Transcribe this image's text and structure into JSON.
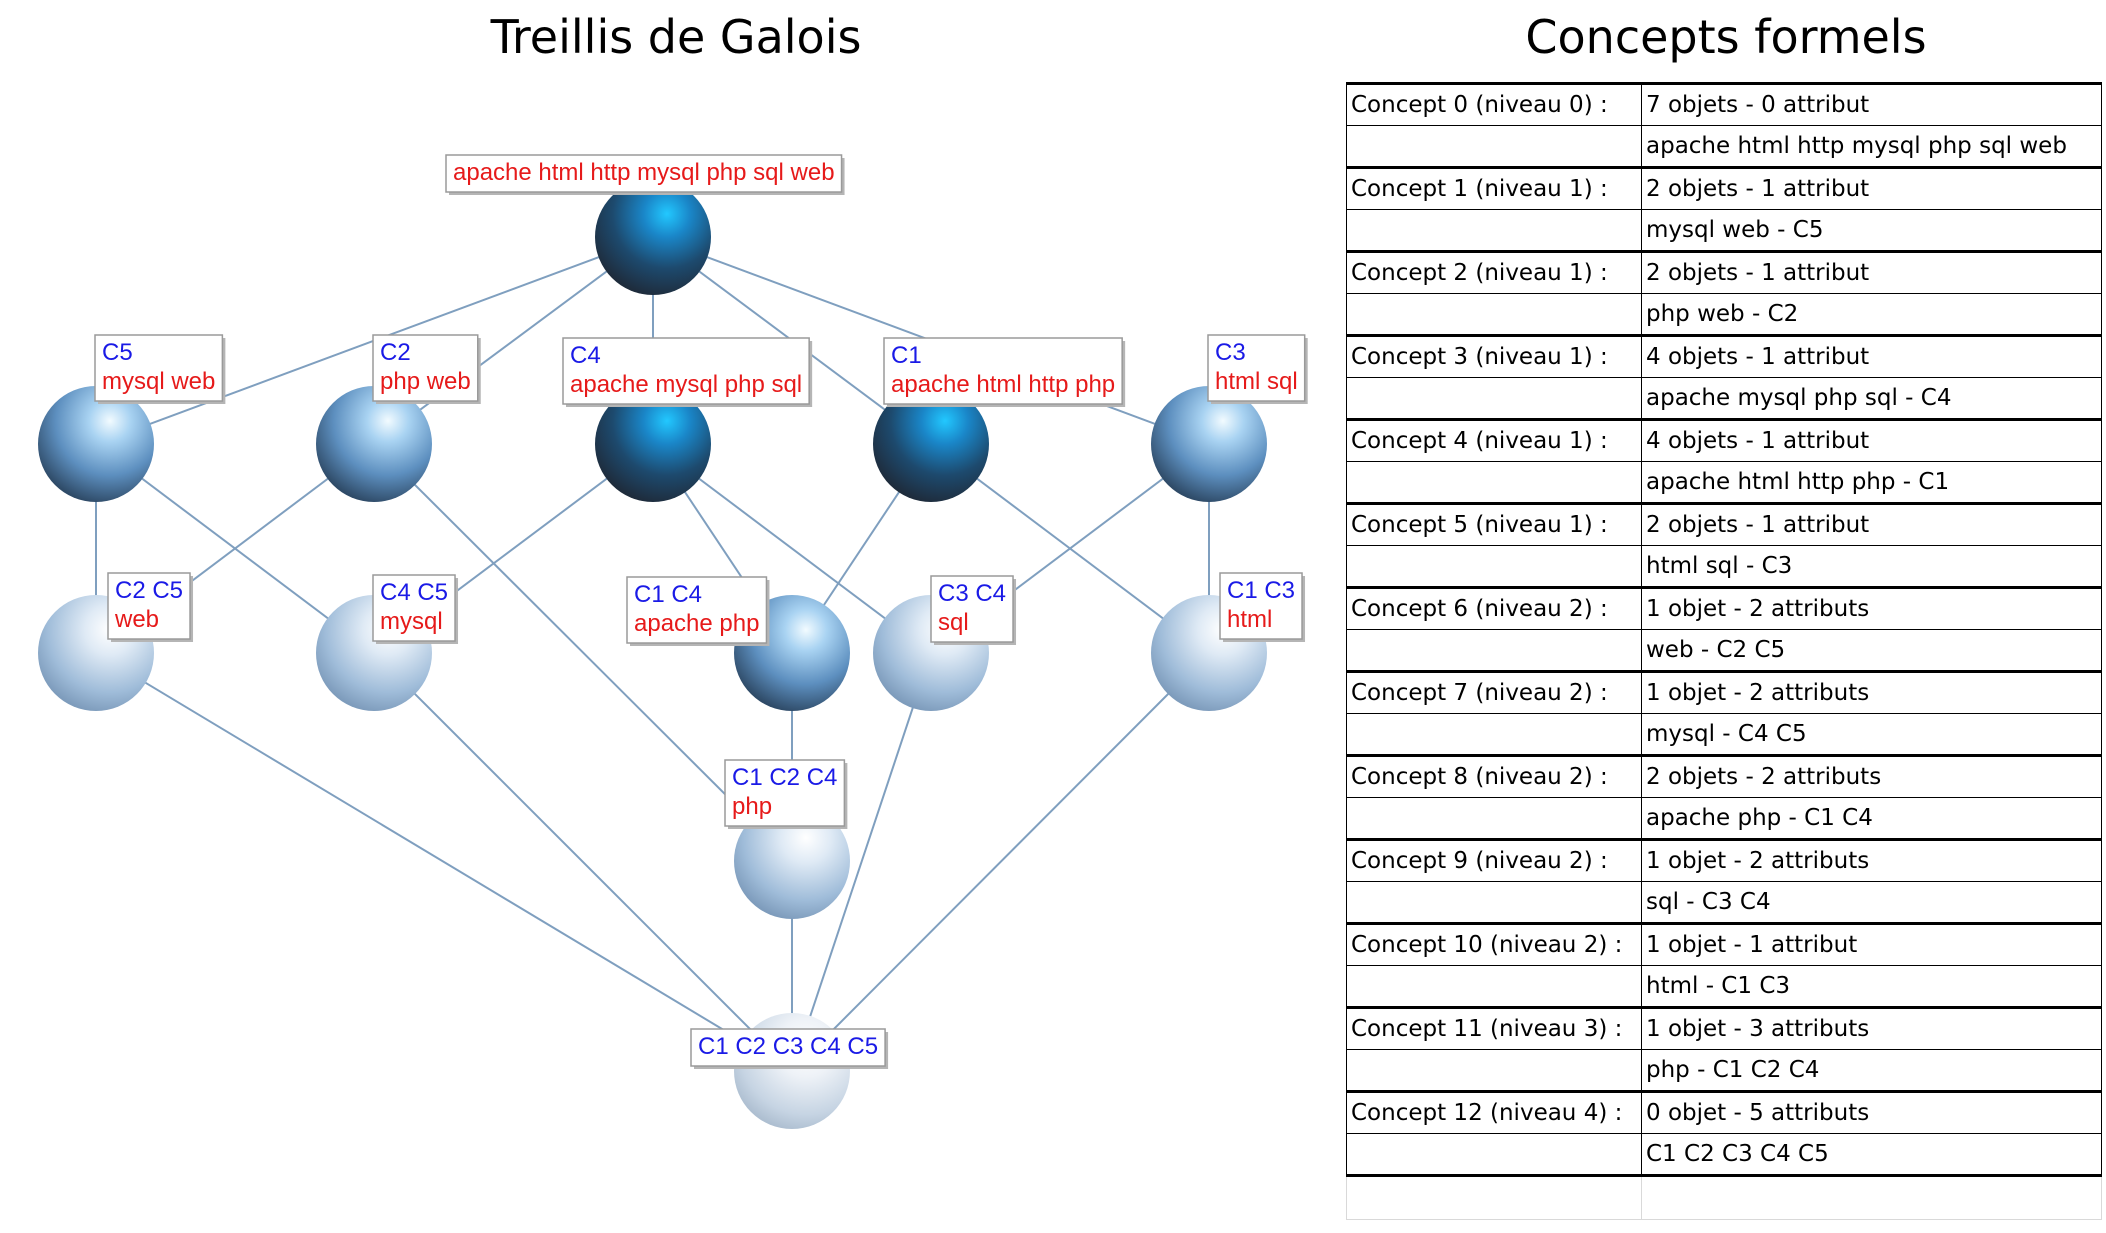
{
  "lattice": {
    "title": "Treillis de Galois",
    "nodes": [
      {
        "ext": "",
        "int": "apache html http mysql php sql web",
        "shade": "dark"
      },
      {
        "ext": "C5",
        "int": "mysql web",
        "shade": "mid"
      },
      {
        "ext": "C2",
        "int": "php web",
        "shade": "mid"
      },
      {
        "ext": "C4",
        "int": "apache mysql php sql",
        "shade": "dark"
      },
      {
        "ext": "C1",
        "int": "apache html http php",
        "shade": "dark"
      },
      {
        "ext": "C3",
        "int": "html sql",
        "shade": "mid"
      },
      {
        "ext": "C2 C5",
        "int": "web",
        "shade": "light"
      },
      {
        "ext": "C4 C5",
        "int": "mysql",
        "shade": "light"
      },
      {
        "ext": "C1 C4",
        "int": "apache php",
        "shade": "mid"
      },
      {
        "ext": "C3 C4",
        "int": "sql",
        "shade": "light"
      },
      {
        "ext": "C1 C3",
        "int": "html",
        "shade": "light"
      },
      {
        "ext": "C1 C2 C4",
        "int": "php",
        "shade": "light"
      },
      {
        "ext": "C1 C2 C3 C4 C5",
        "int": "",
        "shade": "pale"
      }
    ],
    "edges": [
      [
        0,
        1
      ],
      [
        0,
        2
      ],
      [
        0,
        3
      ],
      [
        0,
        4
      ],
      [
        0,
        5
      ],
      [
        1,
        6
      ],
      [
        1,
        7
      ],
      [
        2,
        6
      ],
      [
        2,
        11
      ],
      [
        3,
        7
      ],
      [
        3,
        8
      ],
      [
        3,
        9
      ],
      [
        4,
        8
      ],
      [
        4,
        10
      ],
      [
        5,
        9
      ],
      [
        5,
        10
      ],
      [
        6,
        12
      ],
      [
        7,
        12
      ],
      [
        8,
        11
      ],
      [
        9,
        12
      ],
      [
        10,
        12
      ],
      [
        11,
        12
      ]
    ],
    "colors": {
      "extent": "#1a1ae6",
      "intent": "#e61a1a",
      "edge": "#7f9fbf"
    }
  },
  "table": {
    "title": "Concepts formels",
    "rows": [
      {
        "name": "Concept 0 (niveau 0) :",
        "summary": "7 objets - 0 attribut",
        "detail": "apache html http mysql php sql web"
      },
      {
        "name": "Concept 1 (niveau 1) :",
        "summary": "2 objets - 1 attribut",
        "detail": "mysql web - C5"
      },
      {
        "name": "Concept 2 (niveau 1) :",
        "summary": "2 objets - 1 attribut",
        "detail": "php web - C2"
      },
      {
        "name": "Concept 3 (niveau 1) :",
        "summary": "4 objets - 1 attribut",
        "detail": "apache mysql php sql - C4"
      },
      {
        "name": "Concept 4 (niveau 1) :",
        "summary": "4 objets - 1 attribut",
        "detail": "apache html http php - C1"
      },
      {
        "name": "Concept 5 (niveau 1) :",
        "summary": "2 objets - 1 attribut",
        "detail": "html sql - C3"
      },
      {
        "name": "Concept 6 (niveau 2) :",
        "summary": "1 objet - 2 attributs",
        "detail": "web - C2 C5"
      },
      {
        "name": "Concept 7 (niveau 2) :",
        "summary": "1 objet - 2 attributs",
        "detail": "mysql - C4 C5"
      },
      {
        "name": "Concept 8 (niveau 2) :",
        "summary": "2 objets - 2 attributs",
        "detail": "apache php - C1 C4"
      },
      {
        "name": "Concept 9 (niveau 2) :",
        "summary": "1 objet - 2 attributs",
        "detail": "sql - C3 C4"
      },
      {
        "name": "Concept 10 (niveau 2) :",
        "summary": "1 objet - 1 attribut",
        "detail": "html - C1 C3"
      },
      {
        "name": "Concept 11 (niveau 3) :",
        "summary": "1 objet - 3 attributs",
        "detail": "php - C1 C2 C4"
      },
      {
        "name": "Concept 12 (niveau 4) :",
        "summary": "0 objet - 5 attributs",
        "detail": "C1 C2 C3 C4 C5"
      }
    ]
  }
}
